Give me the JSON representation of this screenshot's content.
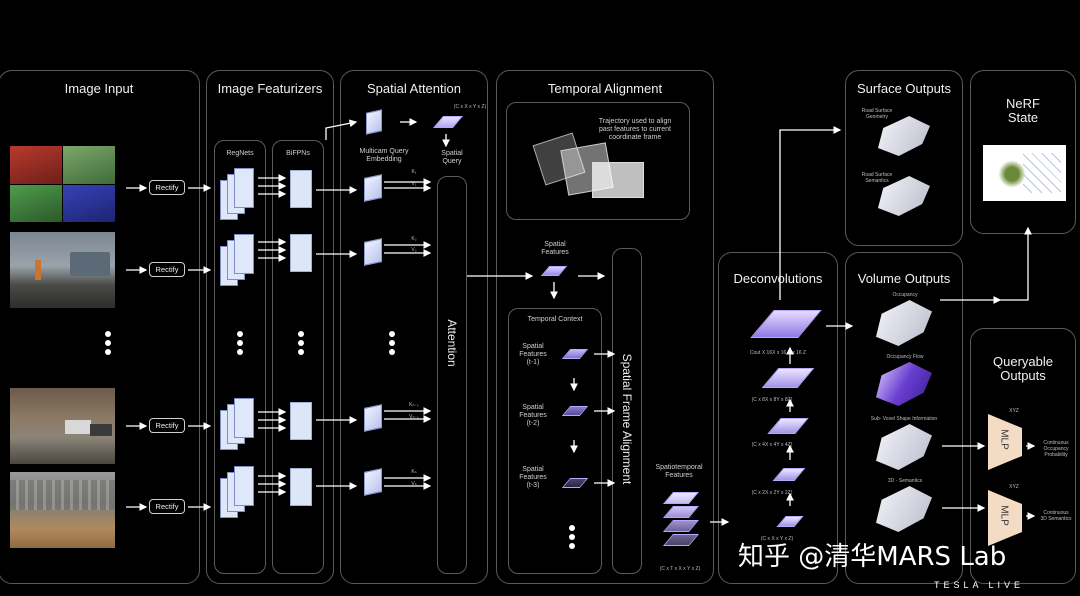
{
  "panels": {
    "image_input": "Image Input",
    "image_featurizers": "Image Featurizers",
    "spatial_attention": "Spatial Attention",
    "temporal_alignment": "Temporal Alignment",
    "deconvolutions": "Deconvolutions",
    "surface_outputs": "Surface Outputs",
    "nerf_state": "NeRF\nState",
    "volume_outputs": "Volume Outputs",
    "queryable_outputs": "Queryable\nOutputs"
  },
  "labels": {
    "rectify": "Rectify",
    "regnets": "RegNets",
    "bifpns": "BiFPNs",
    "multicam": "Multicam Query\nEmbedding",
    "spatial_query": "Spatial\nQuery",
    "query_dims": "(C x X x Y x Z)",
    "attention": "Attention",
    "trajectory": "Trajectory used to align\npast features to current\ncoordinate frame",
    "spatial_features": "Spatial\nFeatures",
    "temporal_context": "Temporal Context",
    "sf_t1": "Spatial\nFeatures\n(t-1)",
    "sf_t2": "Spatial\nFeatures\n(t-2)",
    "sf_t3": "Spatial\nFeatures\n(t-3)",
    "spatial_frame_alignment": "Spatial Frame Alignment",
    "spatiotemporal": "Spatiotemporal\nFeatures",
    "st_dims": "(C x T x X x Y x Z)",
    "deconv_top": "Cout X 16X x 16 Y x 16 Z",
    "deconv_8": "(C x 8X x 8Y x 8Z)",
    "deconv_4": "(C x 4X x 4Y x 4Z)",
    "deconv_2": "(C x 2X x 2Y x 2Z)",
    "deconv_1": "(C x X x Y x Z)",
    "road_geometry": "Road Surface\nGeometry",
    "road_semantics": "Road Surface\nSemantics",
    "occupancy": "Occupancy",
    "occupancy_flow": "Occupancy Flow",
    "subvoxel": "Sub- Voxel Shape Information",
    "semantics3d": "3D - Semantics",
    "mlp": "MLP",
    "xyz": "XYZ",
    "cont_occ": "Continuous\nOccupancy\nProbability",
    "cont_sem": "Continuous\n3D Semantics",
    "k1": "K₁",
    "v1": "V₁",
    "k2": "K₂",
    "v2": "V₂",
    "kn1": "Kₙ₋₁",
    "vn1": "Vₙ₋₁",
    "kn": "Kₙ",
    "vn": "Vₙ"
  },
  "watermark": "知乎 @清华MARS Lab",
  "brand": "TESLA LIVE",
  "colors": {
    "panel_border": "#5a5a5a",
    "feature": "#dbe6f7",
    "voxel": "#7b63d6"
  }
}
